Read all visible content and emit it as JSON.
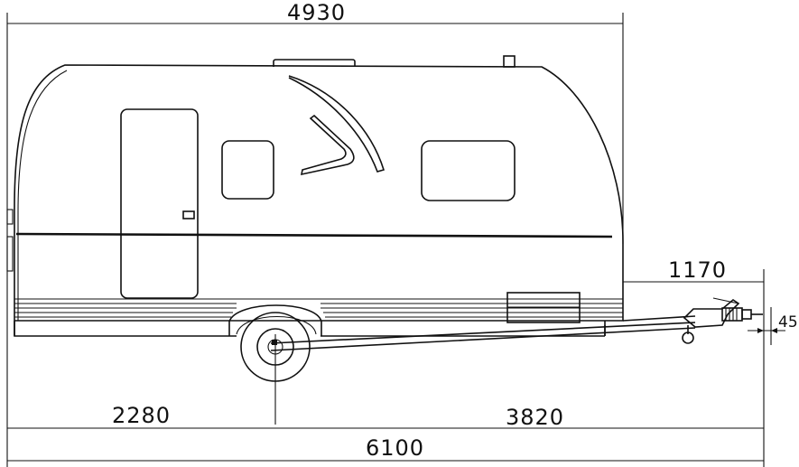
{
  "dimensions": {
    "overall_body_length": "4930",
    "drawbar_length": "1170",
    "hitch_offset": "45",
    "front_to_axle": "2280",
    "axle_to_hitch": "3820",
    "overall_length": "6100"
  },
  "colors": {
    "line": "#111111",
    "background": "#ffffff"
  }
}
